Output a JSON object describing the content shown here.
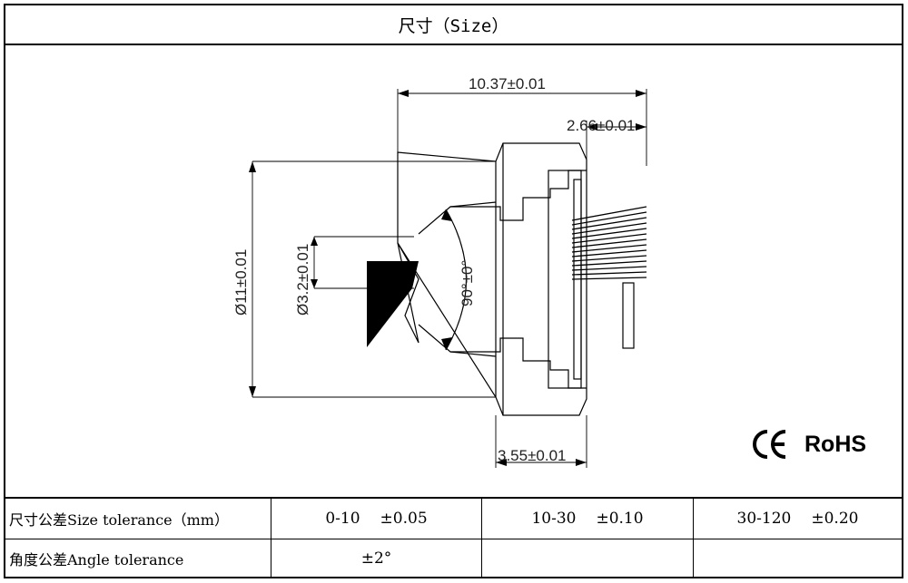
{
  "header": {
    "title": "尺寸（Size）"
  },
  "dimensions": {
    "overall_length": "10.37±0.01",
    "rear_length": "2.66±0.01",
    "outer_diameter": "Ø11±0.01",
    "front_diameter": "Ø3.2±0.01",
    "fov_angle": "90°±0°",
    "base_length": "3.55±0.01"
  },
  "certifications": {
    "ce": "CE",
    "rohs": "RoHS"
  },
  "tolerance_table": {
    "size_label": "尺寸公差Size tolerance（mm）",
    "angle_label": "角度公差Angle tolerance",
    "ranges": [
      {
        "range": "0-10",
        "tolerance": "±0.05"
      },
      {
        "range": "10-30",
        "tolerance": "±0.10"
      },
      {
        "range": "30-120",
        "tolerance": "±0.20"
      }
    ],
    "angle_value": "±2°"
  }
}
